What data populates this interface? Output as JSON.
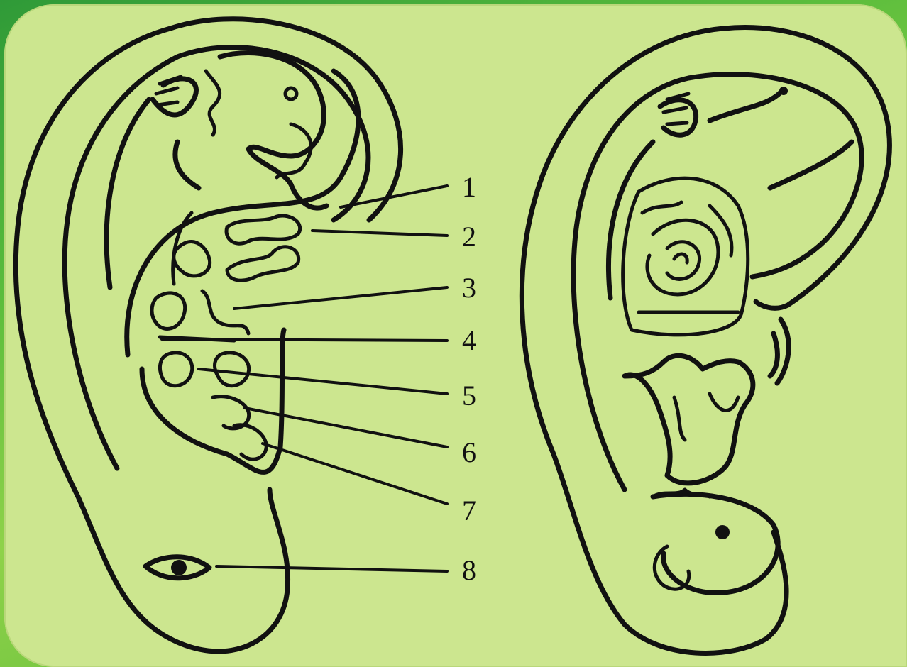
{
  "labels": [
    "1",
    "2",
    "3",
    "4",
    "5",
    "6",
    "7",
    "8"
  ],
  "colors": {
    "panel": "#cce68f",
    "ink": "#111111",
    "frame": "#5bbd3c"
  }
}
